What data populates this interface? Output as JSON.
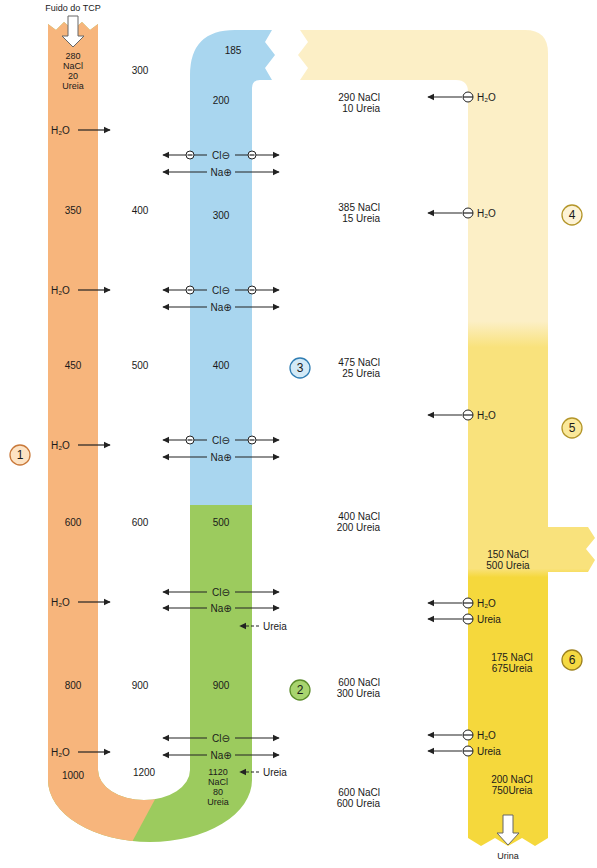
{
  "diagram": {
    "nodes": [
      {
        "text": [
          "1"
        ]
      },
      {
        "text": [
          "2"
        ]
      },
      {
        "text": [
          "3"
        ]
      },
      {
        "text": [
          "4"
        ]
      },
      {
        "text": [
          "5"
        ]
      },
      {
        "text": [
          "6"
        ]
      }
    ],
    "labels": [
      "Fuido do TCP",
      "280 NaCl 20 Ureia",
      "300",
      "185",
      "200",
      "290 NaCl 10 Ureia",
      "H₂O",
      "Cl⊖",
      "Na⊕",
      "H₂O",
      "350",
      "400",
      "300",
      "385 NaCl 15 Ureia",
      "H₂O",
      "H₂O",
      "Cl⊖",
      "Na⊕",
      "450",
      "500",
      "400",
      "475 NaCl 25 Ureia",
      "H₂O",
      "Cl⊖",
      "Na⊕",
      "H₂O",
      "600",
      "600",
      "500",
      "400 NaCl 200 Ureia",
      "150 NaCl 500 Ureia",
      "H₂O",
      "Cl⊖",
      "Na⊕",
      "Ureia",
      "H₂O",
      "Ureia",
      "800",
      "900",
      "900",
      "600 NaCl 300 Ureia",
      "175 NaCl 675Ureia",
      "H₂O",
      "Cl⊖",
      "Na⊕",
      "Ureia",
      "H₂O",
      "Ureia",
      "1000",
      "1200",
      "1120 NaCl 80 Ureia",
      "600 NaCl 600 Ureia",
      "200 NaCl 750Ureia",
      "Urina"
    ]
  }
}
